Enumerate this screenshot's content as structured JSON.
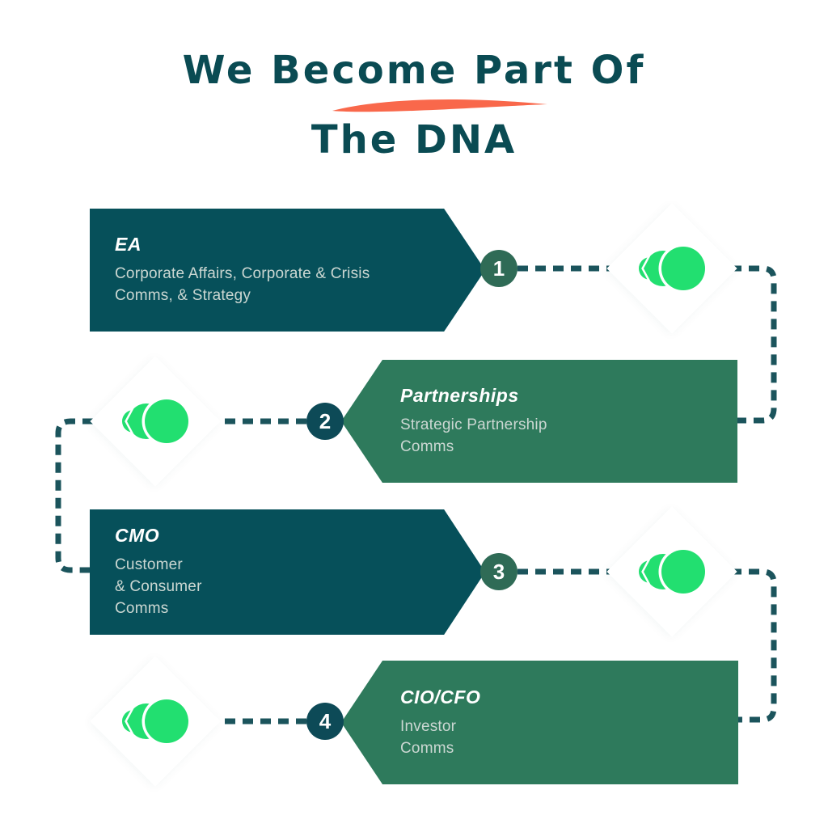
{
  "header": {
    "title_line1": "We Become Part Of",
    "title_line2": "The DNA"
  },
  "steps": [
    {
      "number": "1",
      "heading": "EA",
      "lines": [
        "Corporate Affairs, Corporate & Crisis",
        "Comms, & Strategy"
      ]
    },
    {
      "number": "2",
      "heading": "Partnerships",
      "lines": [
        "Strategic Partnership",
        "Comms"
      ]
    },
    {
      "number": "3",
      "heading": "CMO",
      "lines": [
        "Customer",
        "& Consumer",
        "Comms"
      ]
    },
    {
      "number": "4",
      "heading": "CIO/CFO",
      "lines": [
        "Investor",
        "Comms"
      ]
    }
  ],
  "icons": {
    "diamond_logo": "brand-circles-logo",
    "title_underline": "orange-brush-stroke"
  },
  "colors": {
    "bg": "#FFFFFF",
    "title-teal": "#0A4B53",
    "underline-orange": "#F9684B",
    "banner-dark": "#06505A",
    "banner-green": "#2E7A5C",
    "circle-sage": "#2F6B56",
    "circle-dark": "#0D4A57",
    "dash-teal": "#1B545C",
    "logo-green": "#22DF70",
    "body-text": "#CBD7D2",
    "white": "#FFFFFF"
  }
}
